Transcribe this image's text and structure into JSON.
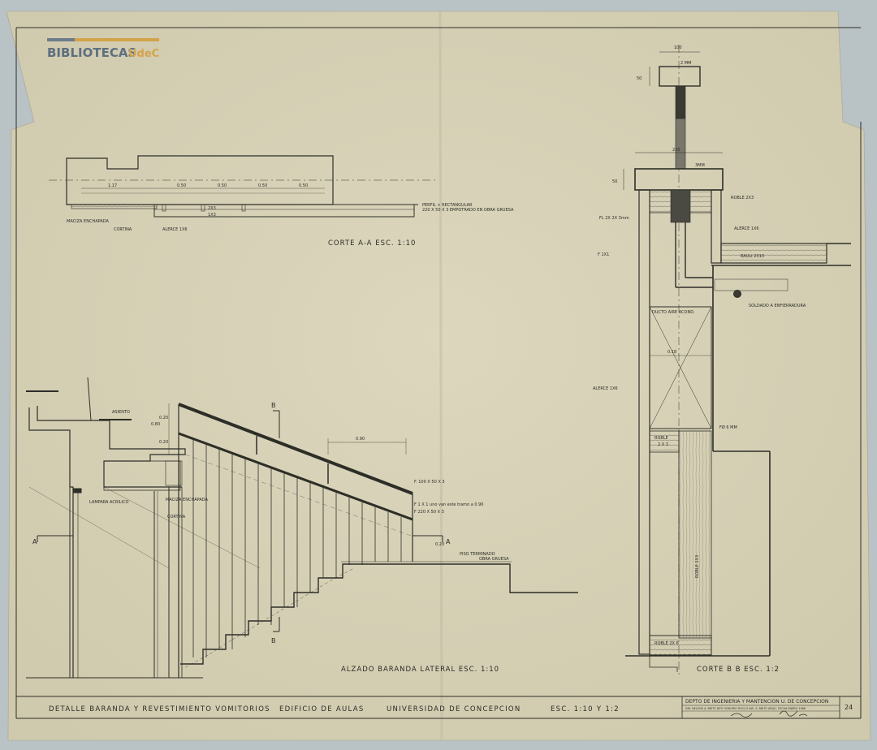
{
  "logo": {
    "text": "BIBLIOTECAS",
    "tag": "UdeC",
    "colors": {
      "bar": "#6b7c8c",
      "accent": "#d4a24a"
    }
  },
  "colors": {
    "paper": "#d6d1b7",
    "ink": "#2e2e28",
    "margin": "#b9c2c4"
  },
  "section_aa": {
    "caption": "CORTE  A-A  ESC. 1:10",
    "dims": [
      "1.17",
      "0.50",
      "0.50",
      "0.50",
      "0.50"
    ],
    "labels": {
      "perfil": "PERFIL + RECTANGULAR",
      "perfil_spec": "220 X 50 X 3   EMPOTRADO EN OBRA GRUESA",
      "maciza": "MACIZA ENCHAPADA",
      "cortina": "CORTINA",
      "alerce": "ALERCE 1X6",
      "small1": "2X3",
      "small2": "1X3"
    }
  },
  "elevation": {
    "caption": "ALZADO BARANDA LATERAL   ESC. 1:10",
    "labels": {
      "asiento": "ASIENTO",
      "lampara": "LAMPARA ACRILICO",
      "maciza": "MACIZA ENCHAPADA",
      "cortina": "CORTINA",
      "f1": "F. 100 X 50 X 3",
      "f2": "F   1 X 1  uno van este tramo a 0.90",
      "f3": "F 220 X 50 X 3",
      "piso1": "PISO TERMINADO",
      "piso2": "OBRA GRUESA",
      "dim_top": "0.90",
      "dim_v1": "0.20",
      "dim_v2": "0.80",
      "dim_v3": "0.20",
      "dim_r": "0.20",
      "marker_b": "B",
      "marker_a": "A"
    }
  },
  "section_bb": {
    "caption": "CORTE  B  B   ESC. 1:2",
    "dims": {
      "top_w": "100",
      "top_h": "50",
      "top_t": "2 MM",
      "mid_w": "220",
      "mid_h": "50",
      "mid_t": "3MM",
      "inner": "0.18"
    },
    "labels": {
      "roble_top": "ROBLE  2X3",
      "fl": "FL 2X 2X 3mm",
      "alerce_r": "ALERCE  1X6",
      "f1x1": "F  1X1",
      "rauli": "RAULI  2X10",
      "soldado": "SOLDADO A ENFIERRADURA",
      "ducto": "DUCTO  AIRE  ACOND.",
      "alerce_l": "ALERCE 1X6",
      "fe": "FØ 6 MM",
      "roble_2x3_a": "ROBLE",
      "roble_2x3_b": "2 X 3",
      "roble_v": "ROBLE  2X3",
      "roble_bottom": "ROBLE  2X 6"
    }
  },
  "title_block": {
    "title": "DETALLE   BARANDA  Y  REVESTIMIENTO  VOMITORIOS",
    "building": "EDIFICIO  DE  AULAS",
    "university": "UNIVERSIDAD  DE  CONCEPCION",
    "scale": "ESC.  1:10  Y  1:2",
    "dept": "DEPTO DE INGENIERIA Y MANTENCION  U. DE CONCEPCION",
    "signers": "DIB. NELSON A. BRITO  JEFE     HONORIO ROCCO INS. S. BRITO ARQU.     FECHA ENERO 1966",
    "sheet_number": "24"
  }
}
